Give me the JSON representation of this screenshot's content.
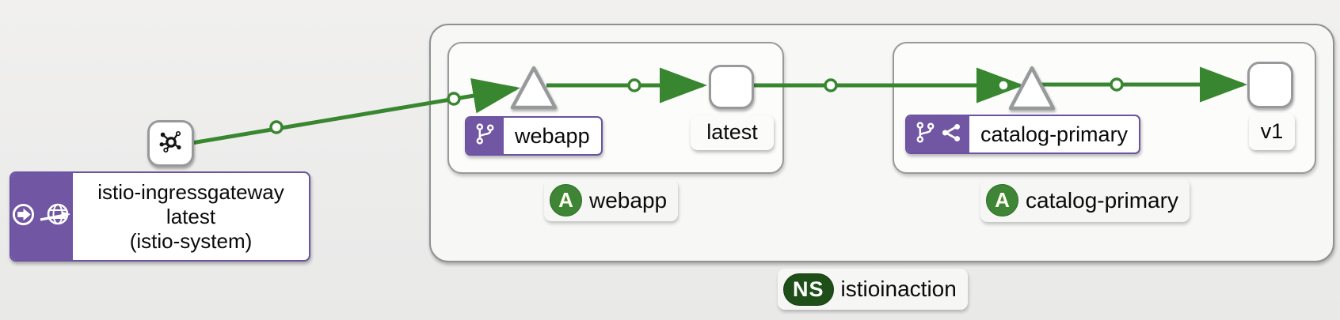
{
  "colors": {
    "edge_green": "#38862f",
    "app_badge_green": "#3e8635",
    "ns_badge_green": "#1e4f18",
    "istio_purple": "#7056a3",
    "node_border_gray": "#97999b"
  },
  "gateway_node": {
    "title": "istio-ingressgateway",
    "version": "latest",
    "namespace": "(istio-system)",
    "badge_icons": [
      "traffic-source-icon",
      "gateway-globe-icon"
    ]
  },
  "namespace_box": {
    "badge": "NS",
    "label": "istioinaction",
    "app_boxes": [
      {
        "badge": "A",
        "label": "webapp",
        "service_node": {
          "label": "webapp",
          "badge_icons": [
            "virtual-service-icon"
          ]
        },
        "workload_node": {
          "label": "latest"
        }
      },
      {
        "badge": "A",
        "label": "catalog-primary",
        "service_node": {
          "label": "catalog-primary",
          "badge_icons": [
            "virtual-service-icon",
            "request-routing-icon"
          ]
        },
        "workload_node": {
          "label": "v1"
        }
      }
    ]
  }
}
